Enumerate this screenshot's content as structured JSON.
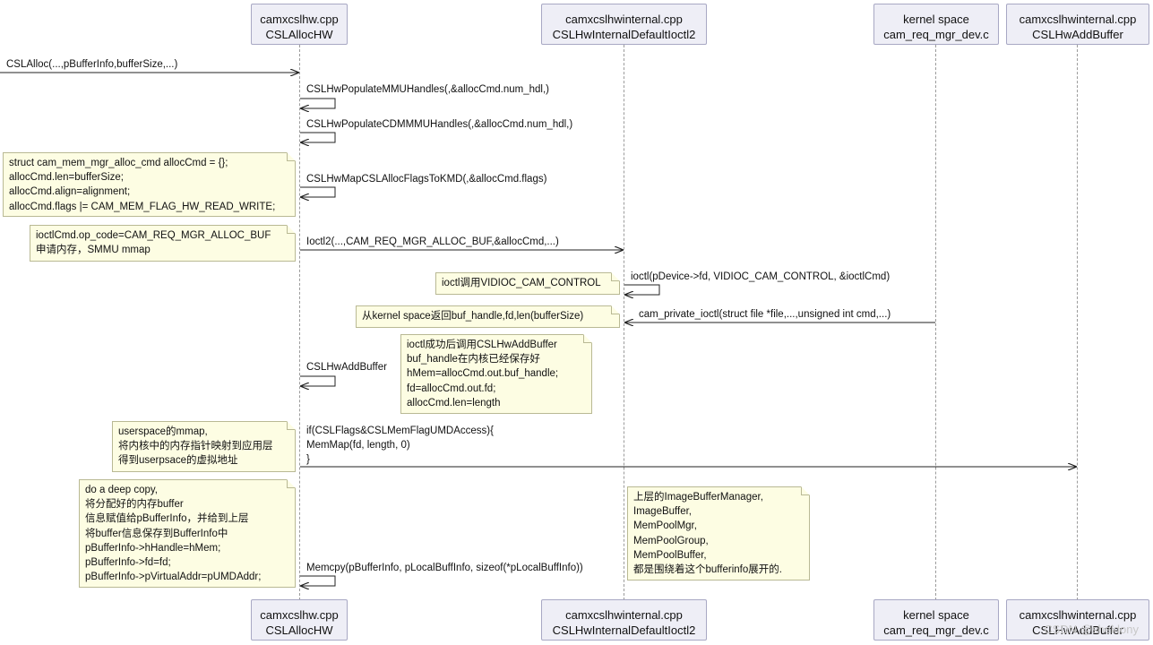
{
  "participants": [
    {
      "file": "camxcslhw.cpp",
      "func": "CSLAllocHW"
    },
    {
      "file": "camxcslhwinternal.cpp",
      "func": "CSLHwInternalDefaultIoctl2"
    },
    {
      "file": "kernel space",
      "func": "cam_req_mgr_dev.c"
    },
    {
      "file": "camxcslhwinternal.cpp",
      "func": "CSLHwAddBuffer"
    }
  ],
  "messages": {
    "m1": "CSLAlloc(...,pBufferInfo,bufferSize,...)",
    "m2": "CSLHwPopulateMMUHandles(,&allocCmd.num_hdl,)",
    "m3": "CSLHwPopulateCDMMMUHandles(,&allocCmd.num_hdl,)",
    "m4": "CSLHwMapCSLAllocFlagsToKMD(,&allocCmd.flags)",
    "m5": "Ioctl2(...,CAM_REQ_MGR_ALLOC_BUF,&allocCmd,...)",
    "m6": "ioctl(pDevice->fd, VIDIOC_CAM_CONTROL, &ioctlCmd)",
    "m7": "cam_private_ioctl(struct file *file,...,unsigned int cmd,...)",
    "m8": "CSLHwAddBuffer",
    "m9": [
      "if(CSLFlags&CSLMemFlagUMDAccess){",
      "MemMap(fd, length, 0)",
      "}"
    ],
    "m10": "Memcpy(pBufferInfo, pLocalBuffInfo, sizeof(*pLocalBuffInfo))"
  },
  "notes": {
    "n1": [
      "struct cam_mem_mgr_alloc_cmd allocCmd = {};",
      "allocCmd.len=bufferSize;",
      "allocCmd.align=alignment;",
      "allocCmd.flags |= CAM_MEM_FLAG_HW_READ_WRITE;"
    ],
    "n2": [
      "ioctlCmd.op_code=CAM_REQ_MGR_ALLOC_BUF",
      "申请内存，SMMU mmap"
    ],
    "n3": [
      "ioctl调用VIDIOC_CAM_CONTROL"
    ],
    "n4": [
      "从kernel space返回buf_handle,fd,len(bufferSize)"
    ],
    "n5": [
      "ioctl成功后调用CSLHwAddBuffer",
      "buf_handle在内核已经保存好",
      "hMem=allocCmd.out.buf_handle;",
      "fd=allocCmd.out.fd;",
      "allocCmd.len=length"
    ],
    "n6": [
      "userspace的mmap,",
      "将内核中的内存指针映射到应用层",
      "得到userpsace的虚拟地址"
    ],
    "n7": [
      "do a deep copy,",
      "将分配好的内存buffer",
      "信息赋值给pBufferInfo，并给到上层",
      "将buffer信息保存到BufferInfo中",
      "pBufferInfo->hHandle=hMem;",
      "pBufferInfo->fd=fd;",
      "pBufferInfo->pVirtualAddr=pUMDAddr;"
    ],
    "n8": [
      "上层的ImageBufferManager,",
      "ImageBuffer,",
      "MemPoolMgr,",
      "MemPoolGroup,",
      "MemPoolBuffer,",
      "都是围绕着这个bufferinfo展开的."
    ]
  },
  "watermark": "CSDN @sheldony"
}
